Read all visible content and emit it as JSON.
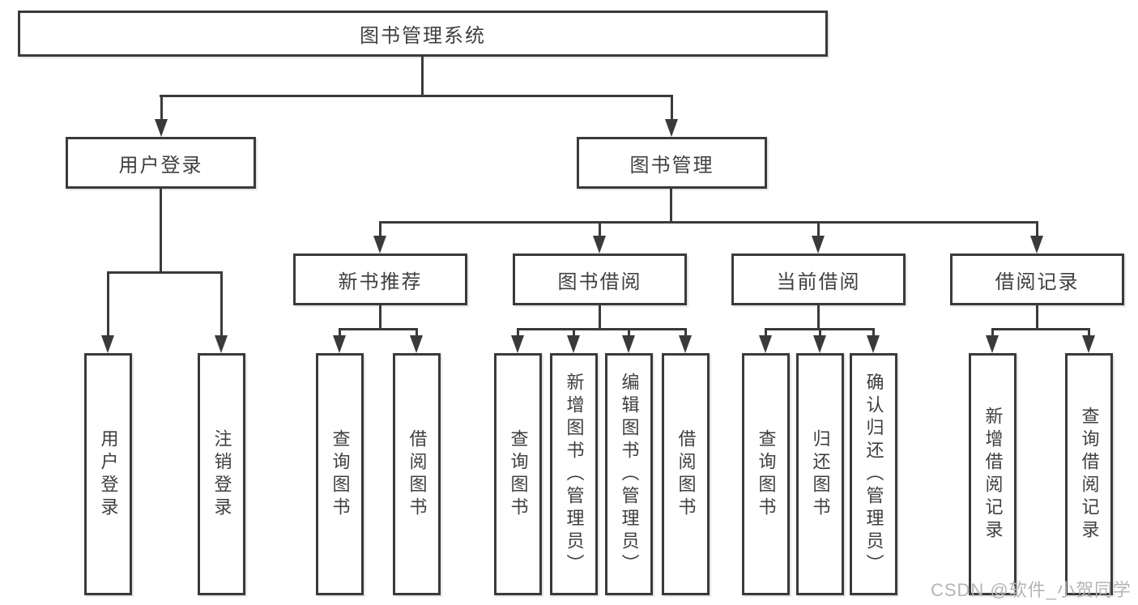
{
  "tree": {
    "label": "图书管理系统",
    "children": [
      {
        "label": "用户登录",
        "children": [
          {
            "label": "用户登录"
          },
          {
            "label": "注销登录"
          }
        ]
      },
      {
        "label": "图书管理",
        "children": [
          {
            "label": "新书推荐",
            "children": [
              {
                "label": "查询图书"
              },
              {
                "label": "借阅图书"
              }
            ]
          },
          {
            "label": "图书借阅",
            "children": [
              {
                "label": "查询图书"
              },
              {
                "label": "新增图书（管理员）"
              },
              {
                "label": "编辑图书（管理员）"
              },
              {
                "label": "借阅图书"
              }
            ]
          },
          {
            "label": "当前借阅",
            "children": [
              {
                "label": "查询图书"
              },
              {
                "label": "归还图书"
              },
              {
                "label": "确认归还（管理员）"
              }
            ]
          },
          {
            "label": "借阅记录",
            "children": [
              {
                "label": "新增借阅记录"
              },
              {
                "label": "查询借阅记录"
              }
            ]
          }
        ]
      }
    ]
  },
  "watermark": "CSDN @软件_小贺同学",
  "colors": {
    "line": "#3a3a3a",
    "text": "#3f3f3f",
    "watermark": "#b5b5b5",
    "background": "#ffffff"
  }
}
